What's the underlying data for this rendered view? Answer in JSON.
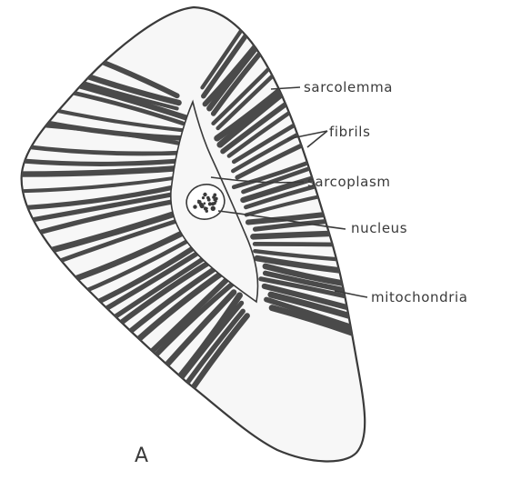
{
  "labels": {
    "sarcolemma": "sarcolemma",
    "fibrils": "fibrils",
    "sarcoplasm": "sarcoplasm",
    "nucleus": "nucleus",
    "mitochondria": "mitochondria"
  },
  "panel_letter": "A",
  "colors": {
    "ink": "#3a3a3a",
    "fill": "#f7f7f7"
  }
}
